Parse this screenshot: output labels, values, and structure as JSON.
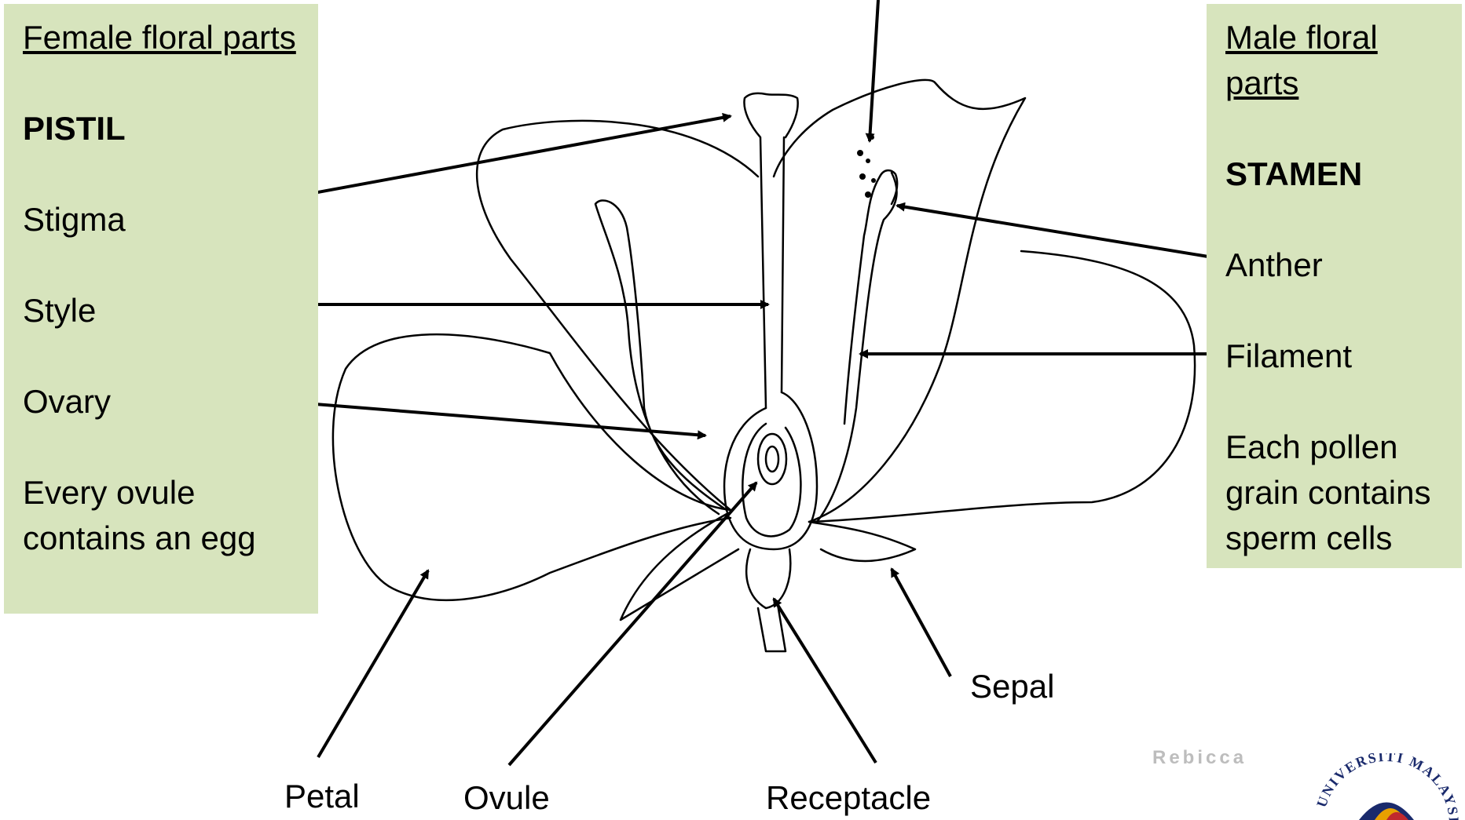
{
  "female_panel": {
    "heading": "Female floral parts",
    "group": "PISTIL",
    "items": [
      "Stigma",
      "Style",
      "Ovary",
      "Every ovule contains an egg"
    ]
  },
  "male_panel": {
    "heading": "Male floral parts",
    "group": "STAMEN",
    "items": [
      "Anther",
      "Filament",
      "Each pollen grain contains sperm cells"
    ]
  },
  "labels": {
    "petal": "Petal",
    "ovule": "Ovule",
    "receptacle": "Receptacle",
    "sepal": "Sepal"
  },
  "watermark": "Rebicca",
  "logo_text": "UNIVERSITI MALAYSIA SARAWAK",
  "colors": {
    "panel": "#d7e4bd",
    "line": "#000000"
  }
}
